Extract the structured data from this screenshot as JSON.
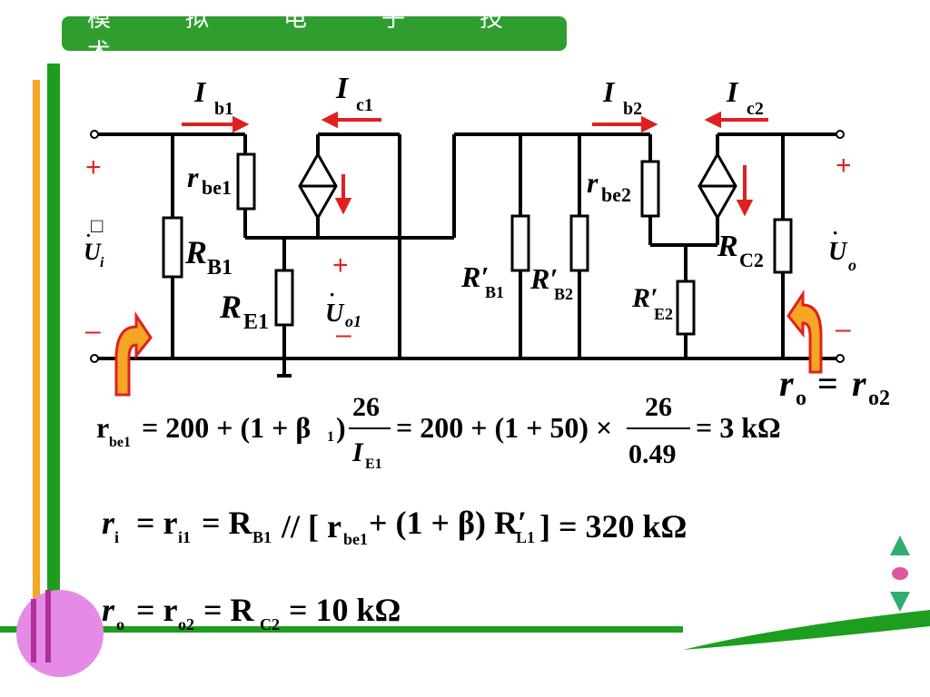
{
  "title": "模　拟　电　子　技　术",
  "circuit": {
    "labels": {
      "ib1": "I",
      "ib1_sub": "b1",
      "ic1": "I",
      "ic1_sub": "c1",
      "ib2": "I",
      "ib2_sub": "b2",
      "ic2": "I",
      "ic2_sub": "c2",
      "rbe1": "r",
      "rbe1_sub": "be1",
      "rbe2": "r",
      "rbe2_sub": "be2",
      "rb1": "R",
      "rb1_sub": "B1",
      "re1": "R",
      "re1_sub": "E1",
      "rb1p": "R′",
      "rb1p_sub": "B1",
      "rb2p": "R′",
      "rb2p_sub": "B2",
      "re2p": "R′",
      "re2p_sub": "E2",
      "rc2": "R",
      "rc2_sub": "C2",
      "ui": "U",
      "ui_sub": "i",
      "uo1": "U",
      "uo1_sub": "o1",
      "uo": "U",
      "uo_sub": "o",
      "box": "□",
      "plus": "+",
      "minus": "–",
      "ro_lhs": "r",
      "ro_lhs_sub": "o",
      "ro_eq": "=",
      "ro_rhs": "r",
      "ro_rhs_sub": "o2"
    }
  },
  "formulas": {
    "f1": {
      "lhs": "r",
      "lhs_sub": "be1",
      "part1": "= 200 + (1 + β",
      "beta_sub": "1",
      "part2": ")",
      "num1": "26",
      "den1": "I",
      "den1_sub": "E1",
      "part3": "= 200 + (1 + 50) ×",
      "num2": "26",
      "den2": "0.49",
      "part4": "= 3 kΩ"
    },
    "f2": {
      "lhs": "r",
      "lhs_sub": "i",
      "eq1": "= r",
      "eq1_sub": "i1",
      "eq2": "= R",
      "eq2_sub": "B1",
      "par": "// [ r",
      "par_sub": "be1",
      "rest": "+ (1 + β) R′",
      "rest_sub": "L1",
      "end": "] = 320 kΩ"
    },
    "f3": {
      "lhs": "r",
      "lhs_sub": "o",
      "eq1": "= r",
      "eq1_sub": "o2",
      "eq2": "= R",
      "eq2_sub": "C2",
      "end": "= 10 kΩ"
    }
  },
  "colors": {
    "title_bg": "#2f9e2f",
    "red": "#e02020",
    "orange": "#f5a623",
    "green": "#1e9e1e",
    "violet": "#e58be5"
  },
  "icons": [
    "nav-up-icon",
    "nav-dot-icon",
    "nav-down-icon"
  ]
}
